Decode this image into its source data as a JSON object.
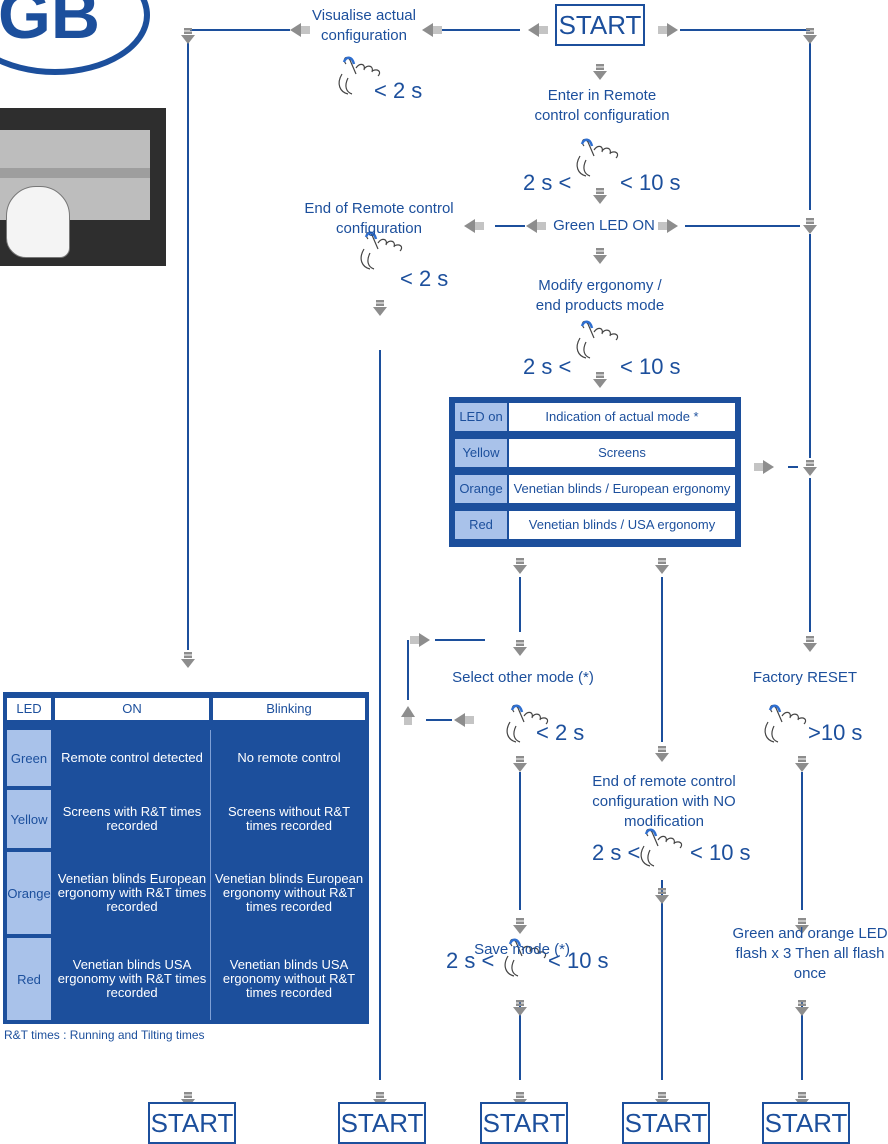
{
  "badge": "GB",
  "start_label": "START",
  "steps": {
    "visualise": "Visualise actual configuration",
    "enter_remote": "Enter in Remote control configuration",
    "green_led_on": "Green LED ON",
    "end_remote": "End of Remote control configuration",
    "modify": "Modify ergonomy / end products mode",
    "select_other": "Select other mode (*)",
    "factory_reset": "Factory RESET",
    "end_no_mod": "End of remote control configuration with NO modification",
    "save_mode": "Save mode (*)",
    "green_orange": "Green and orange LED flash x 3 Then all flash once"
  },
  "times": {
    "lt2": "< 2 s",
    "range_left": "2 s <",
    "range_right": "< 10 s",
    "gt10": ">10 s"
  },
  "mode_table": {
    "rows": [
      {
        "led": "LED on",
        "desc": "Indication of actual mode *"
      },
      {
        "led": "Yellow",
        "desc": "Screens"
      },
      {
        "led": "Orange",
        "desc": "Venetian blinds / European ergonomy"
      },
      {
        "led": "Red",
        "desc": "Venetian blinds / USA ergonomy"
      }
    ]
  },
  "led_table": {
    "headers": [
      "LED",
      "ON",
      "Blinking"
    ],
    "rows": [
      {
        "led": "Green",
        "on": "Remote control detected",
        "blink": "No remote control"
      },
      {
        "led": "Yellow",
        "on": "Screens with R&T times recorded",
        "blink": "Screens without R&T times recorded"
      },
      {
        "led": "Orange",
        "on": "Venetian blinds European ergonomy with R&T times recorded",
        "blink": "Venetian blinds European ergonomy without R&T times recorded"
      },
      {
        "led": "Red",
        "on": "Venetian blinds USA ergonomy with R&T times recorded",
        "blink": "Venetian blinds USA ergonomy without R&T times recorded"
      }
    ],
    "note": "R&T times : Running and Tilting times"
  },
  "colors": {
    "accent": "#1c4f9c",
    "light_cell": "#a9c2ea"
  },
  "icons": [
    "hand-press-icon",
    "flow-arrow-down-icon",
    "flow-arrow-left-icon",
    "flow-arrow-right-icon",
    "flow-arrow-up-icon"
  ]
}
